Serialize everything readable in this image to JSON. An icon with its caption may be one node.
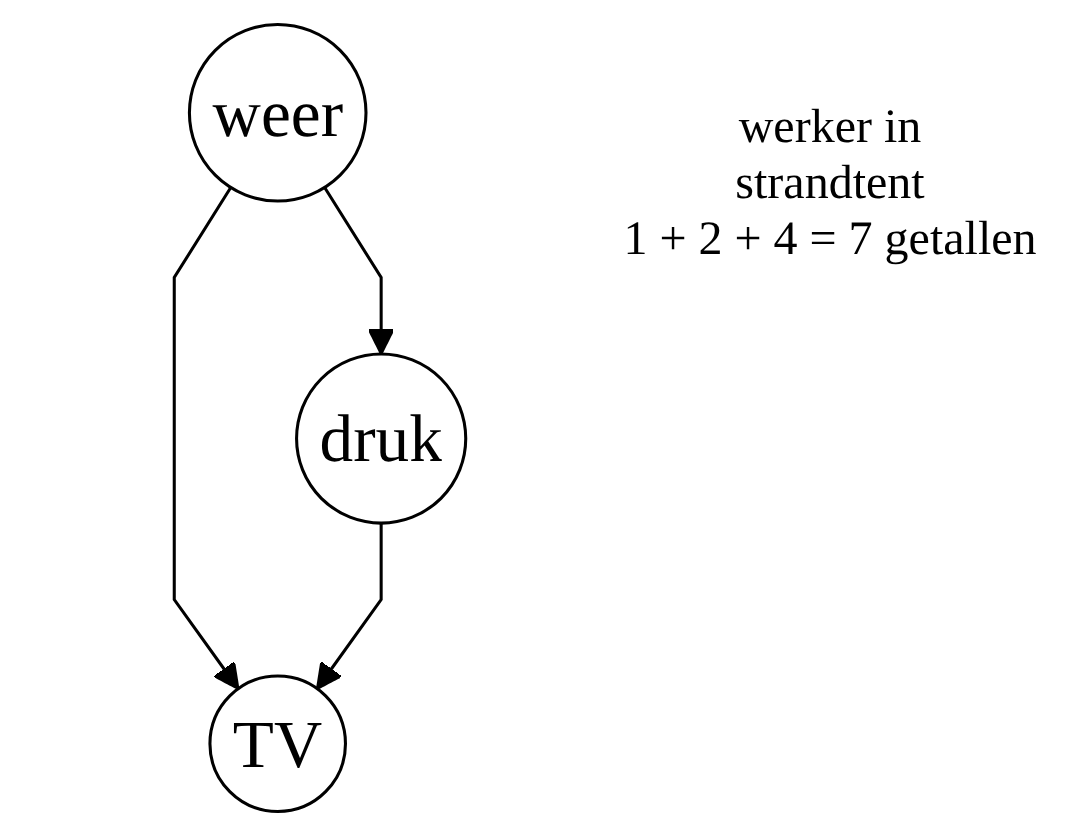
{
  "diagram": {
    "nodes": [
      {
        "text": [
          "weer"
        ]
      },
      {
        "text": [
          "druk"
        ]
      },
      {
        "text": [
          "TV"
        ]
      }
    ],
    "edges": [
      {
        "from": 0,
        "to": 1,
        "arrow": "to"
      },
      {
        "from": 0,
        "to": 2,
        "arrow": "to"
      },
      {
        "from": 1,
        "to": 2,
        "arrow": "to"
      }
    ],
    "labels": [
      "werker in strandtent",
      "1 + 2 + 4 = 7 getallen"
    ]
  }
}
